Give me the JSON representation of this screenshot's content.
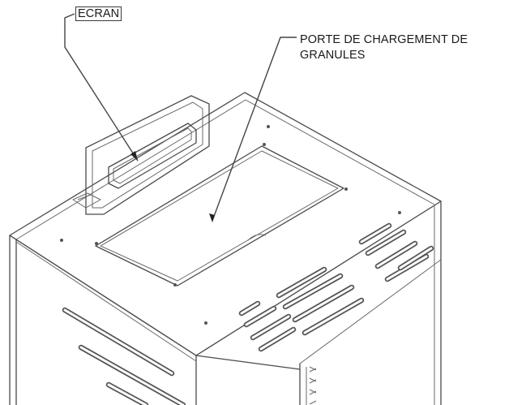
{
  "callouts": {
    "ecran": "ECRAN",
    "porte_line1": "PORTE DE CHARGEMENT DE",
    "porte_line2": "GRANULES"
  },
  "colors": {
    "ink": "#4a4a4a",
    "background": "#ffffff"
  }
}
